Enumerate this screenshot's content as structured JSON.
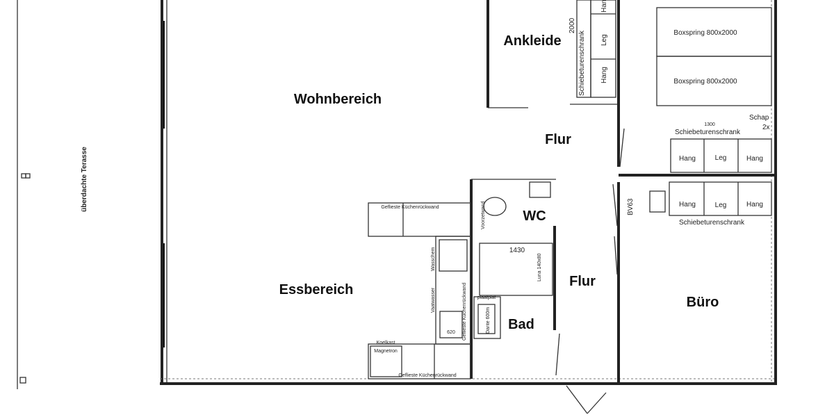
{
  "rooms": {
    "wohnbereich": "Wohnbereich",
    "ankleide": "Ankleide",
    "flur_top": "Flur",
    "wc": "WC",
    "flur_mid": "Flur",
    "bad": "Bad",
    "essbereich": "Essbereich",
    "buero": "Büro",
    "terrasse": "überdachte Terasse"
  },
  "furniture": {
    "bed1": "Boxspring 800x2000",
    "bed2": "Boxspring 800x2000",
    "schap": "Schap",
    "schap_count": "2x",
    "wardrobe_top": "Schiebeturenschrank",
    "wardrobe_top_width": "1300",
    "wardrobe_bottom": "Schiebeturenschrank",
    "ankleide_wardrobe": "Schiebeturenschrank",
    "ankleide_dim": "2000",
    "hang": "Hang",
    "leg": "Leg",
    "bv": "BV63",
    "bath_width": "1430",
    "bath_name": "Luna 140x80",
    "shower": "Dante 600m",
    "kitchen_top": "Geflieste Küchenrückwand",
    "kitchen_bottom": "Geflieste Küchenrückwand",
    "kitchen_side": "Geflieste Küchenrückwand",
    "magnetron": "Magnetron",
    "koelkast": "Koelkast",
    "vaatwasser": "Vaatwasser",
    "wasschem": "Wasschem",
    "sink": "620",
    "voorzetwand": "Voorzetwand",
    "plaatplat": "plaatplat"
  }
}
